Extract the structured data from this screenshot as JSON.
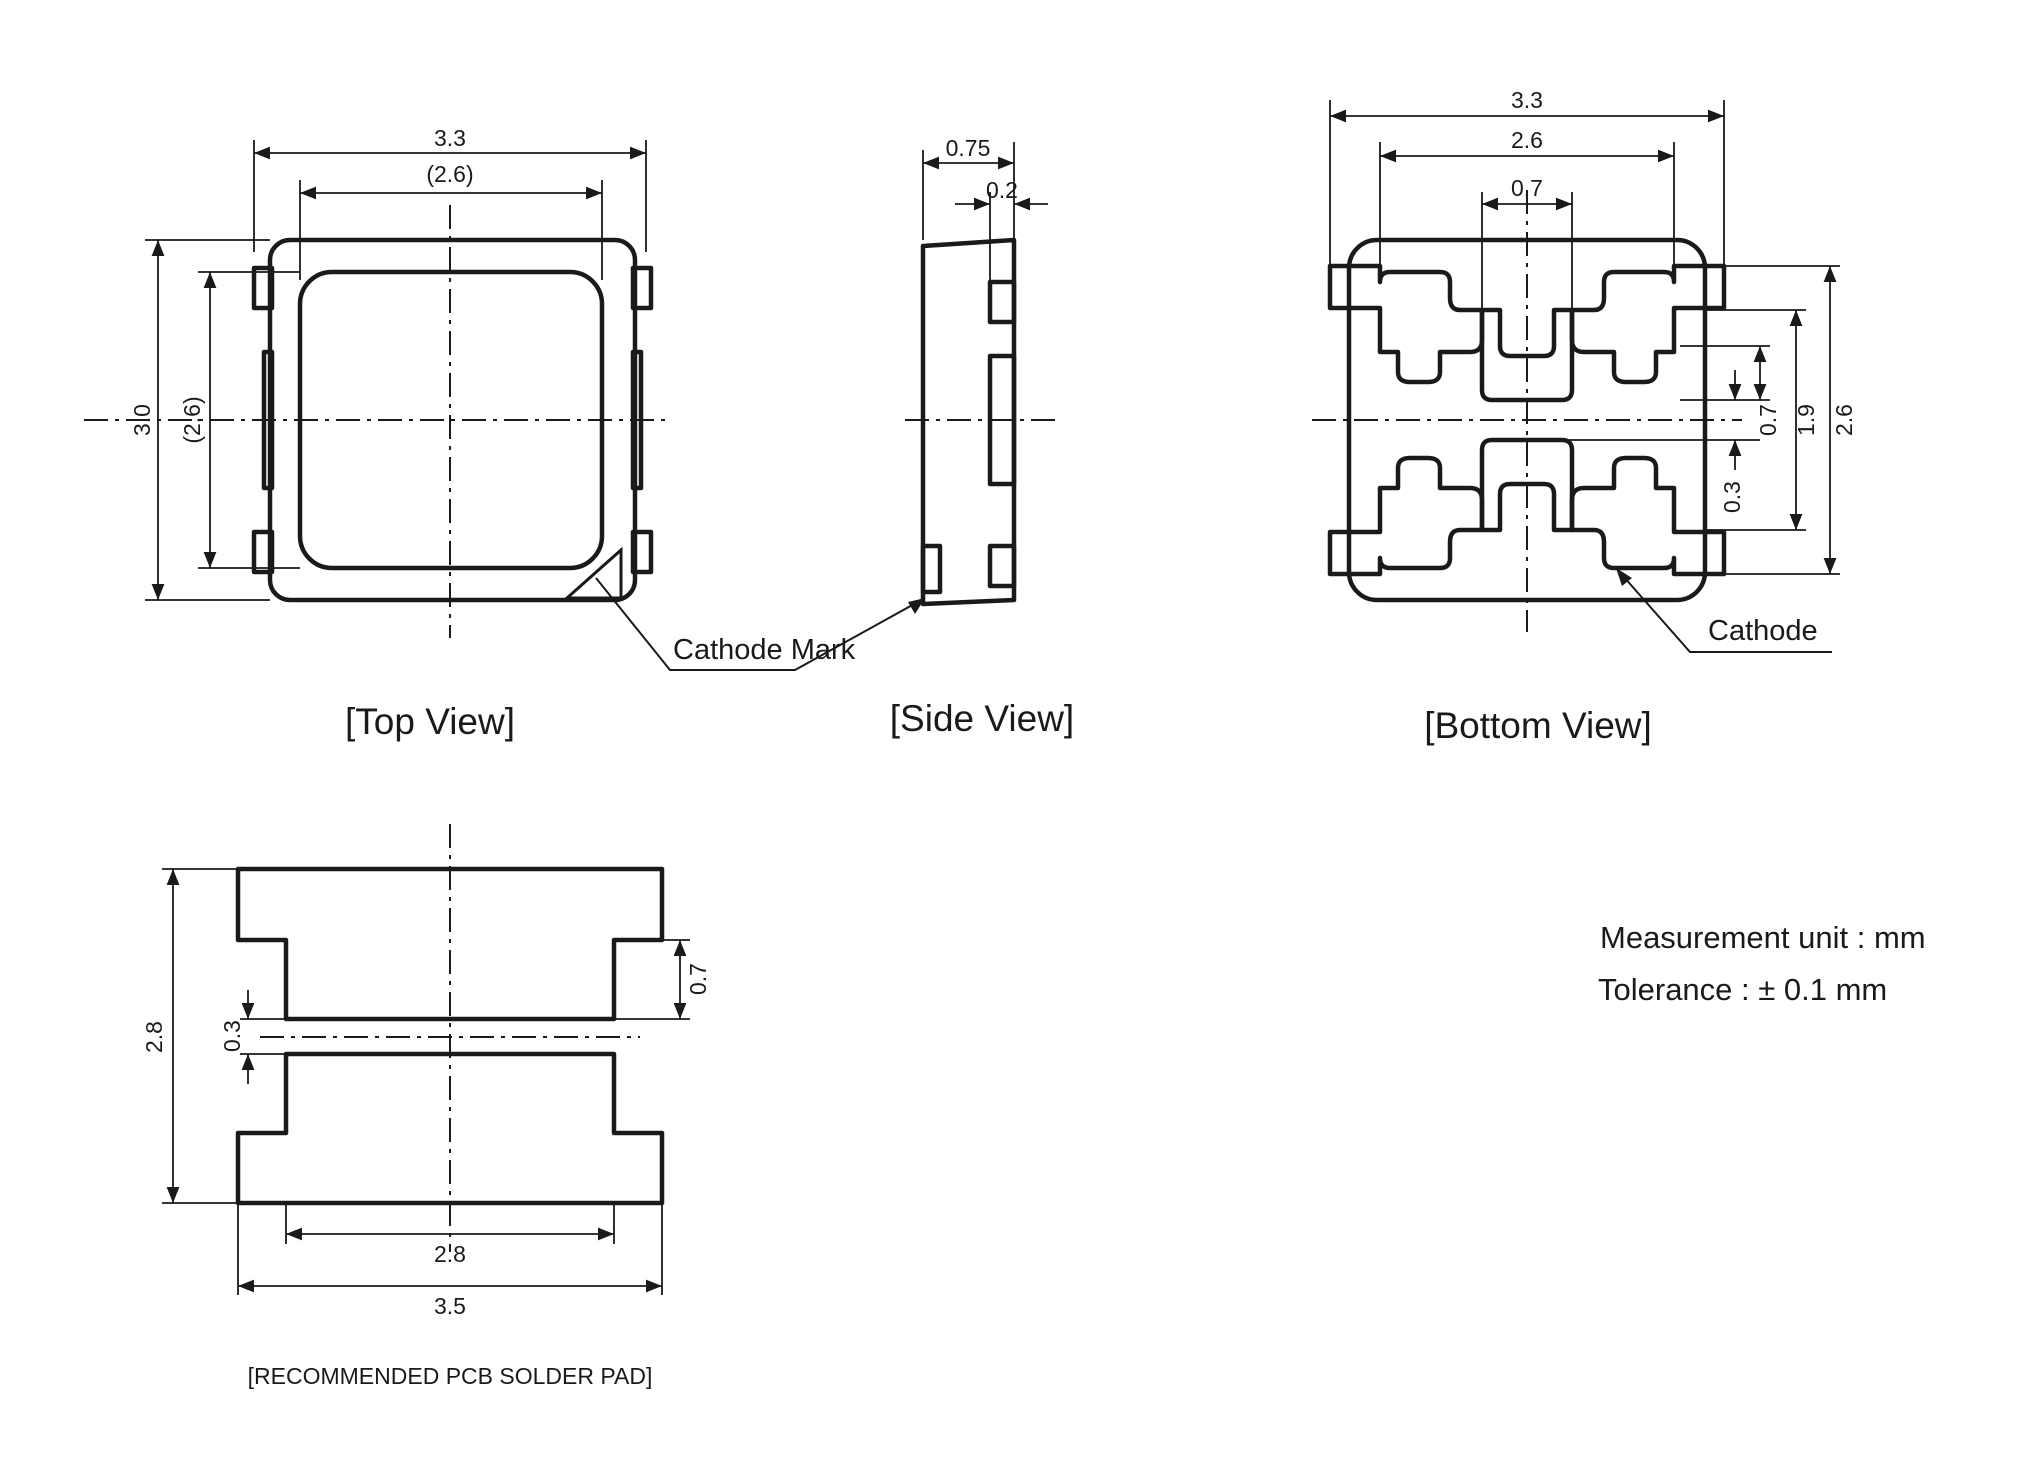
{
  "views": {
    "top": {
      "label": "[Top View]",
      "dims": {
        "width": "3.3",
        "inner_width": "(2.6)",
        "height": "3.0",
        "inner_height": "(2.6)"
      },
      "callout": "Cathode Mark"
    },
    "side": {
      "label": "[Side View]",
      "dims": {
        "depth": "0.75",
        "lead": "0.2"
      }
    },
    "bottom": {
      "label": "[Bottom View]",
      "dims": {
        "width": "3.3",
        "pad_span": "2.6",
        "center_pad": "0.7",
        "gap": "0.3",
        "pad_height": "0.7",
        "span_1_9": "1.9",
        "height": "2.6"
      },
      "callout": "Cathode"
    },
    "pcb_pad": {
      "caption": "[RECOMMENDED PCB SOLDER PAD]",
      "dims": {
        "height": "2.8",
        "gap": "0.3",
        "notch": "0.7",
        "inner_width": "2.8",
        "width": "3.5"
      }
    }
  },
  "notes": {
    "unit": "Measurement unit : mm",
    "tolerance": "Tolerance : ± 0.1 mm"
  }
}
